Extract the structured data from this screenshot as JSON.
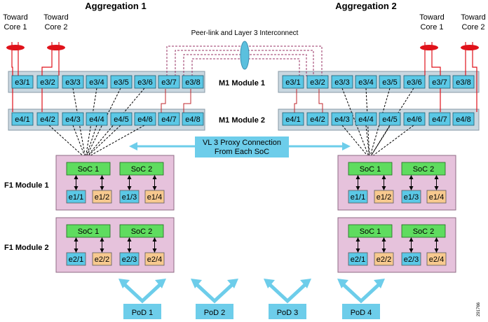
{
  "titles": {
    "agg1": "Aggregation 1",
    "agg2": "Aggregation 2",
    "peer_link": "Peer-link and Layer 3 Interconnect",
    "m1_module_1": "M1 Module 1",
    "m1_module_2": "M1 Module 2",
    "f1_module_1": "F1 Module 1",
    "f1_module_2": "F1 Module 2",
    "proxy_line1": "VL 3 Proxy Connection",
    "proxy_line2": "From Each SoC",
    "figure_id": "291766"
  },
  "toward": [
    {
      "line1": "Toward",
      "line2": "Core 1"
    },
    {
      "line1": "Toward",
      "line2": "Core 2"
    },
    {
      "line1": "Toward",
      "line2": "Core 1"
    },
    {
      "line1": "Toward",
      "line2": "Core 2"
    }
  ],
  "m1_row1_ports": [
    "e3/1",
    "e3/2",
    "e3/3",
    "e3/4",
    "e3/5",
    "e3/6",
    "e3/7",
    "e3/8"
  ],
  "m1_row2_ports": [
    "e4/1",
    "e4/2",
    "e4/3",
    "e4/4",
    "e4/5",
    "e4/6",
    "e4/7",
    "e4/8"
  ],
  "soc_labels": [
    "SoC 1",
    "SoC 2"
  ],
  "f1_row1_ports": [
    "e1/1",
    "e1/2",
    "e1/3",
    "e1/4"
  ],
  "f1_row2_ports": [
    "e2/1",
    "e2/2",
    "e2/3",
    "e2/4"
  ],
  "pods": [
    "PoD 1",
    "PoD 2",
    "PoD 3",
    "PoD 4"
  ],
  "colors": {
    "port_blue": "#5bc8e6",
    "port_orange": "#f7c98f",
    "soc_green": "#5fdc5f",
    "module_gray": "#c9d7e0",
    "f1_pink": "#e6c2dc",
    "peer_link": "#993366",
    "core_red": "#e0121a",
    "arrow_cyan": "#6dcdea"
  }
}
